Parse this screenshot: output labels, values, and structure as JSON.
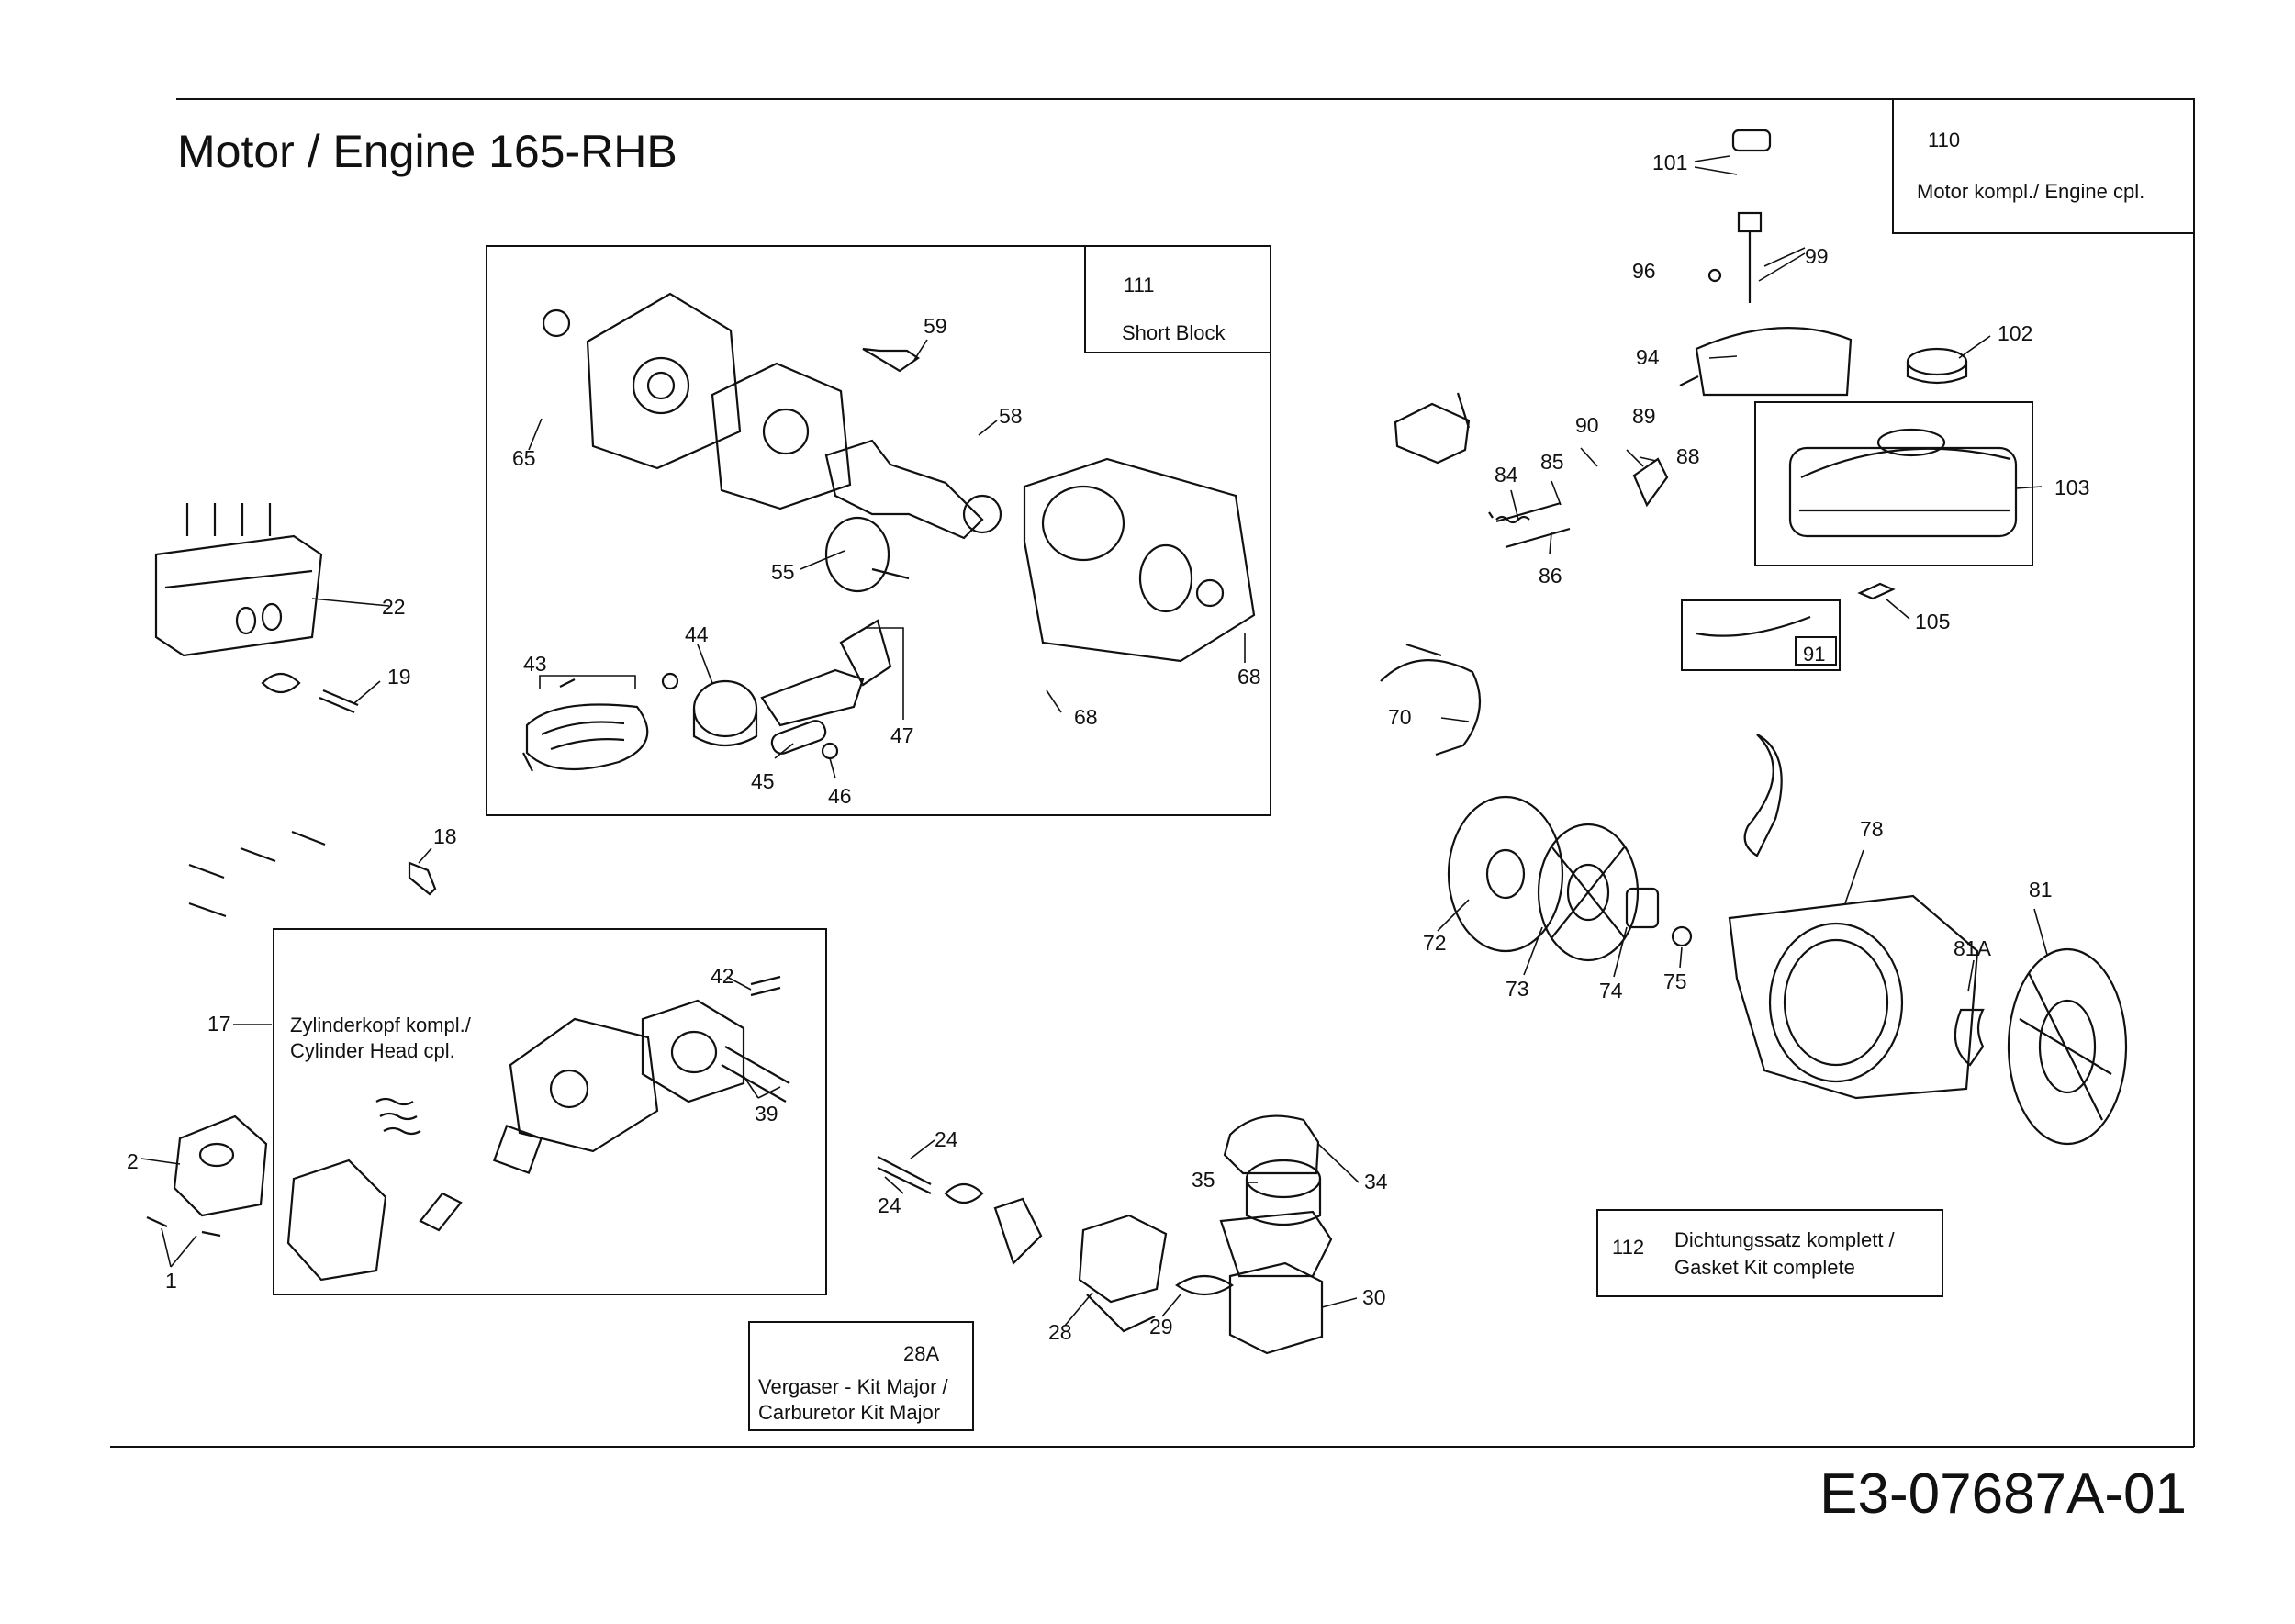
{
  "title": "Motor / Engine 165-RHB",
  "document_number": "E3-07687A-01",
  "boxes": {
    "engine_complete": {
      "number": "110",
      "text": "Motor kompl./ Engine cpl."
    },
    "short_block": {
      "number": "111",
      "text": "Short Block"
    },
    "cylinder_head": {
      "line1": "Zylinderkopf kompl./",
      "line2": "Cylinder Head cpl."
    },
    "carburetor_kit": {
      "number": "28A",
      "line1": "Vergaser - Kit Major /",
      "line2": "Carburetor Kit Major"
    },
    "gasket_kit": {
      "number": "112",
      "line1": "Dichtungssatz komplett /",
      "line2": "Gasket Kit complete"
    },
    "fuel_line_box": {
      "number": "91"
    }
  },
  "part_labels": {
    "p101": "101",
    "p99": "99",
    "p96": "96",
    "p94": "94",
    "p102": "102",
    "p103": "103",
    "p90": "90",
    "p89": "89",
    "p88": "88",
    "p84": "84",
    "p85": "85",
    "p86": "86",
    "p105": "105",
    "p70": "70",
    "p78": "78",
    "p81": "81",
    "p81a": "81A",
    "p72": "72",
    "p73": "73",
    "p74": "74",
    "p75": "75",
    "p59": "59",
    "p58": "58",
    "p55": "55",
    "p65": "65",
    "p68a": "68",
    "p68b": "68",
    "p44": "44",
    "p43": "43",
    "p47": "47",
    "p45": "45",
    "p46": "46",
    "p22": "22",
    "p19": "19",
    "p18": "18",
    "p17": "17",
    "p42": "42",
    "p39": "39",
    "p2": "2",
    "p1": "1",
    "p24a": "24",
    "p24b": "24",
    "p35": "35",
    "p34": "34",
    "p28": "28",
    "p29": "29",
    "p30": "30"
  },
  "colors": {
    "line": "#111111",
    "background": "#ffffff"
  }
}
